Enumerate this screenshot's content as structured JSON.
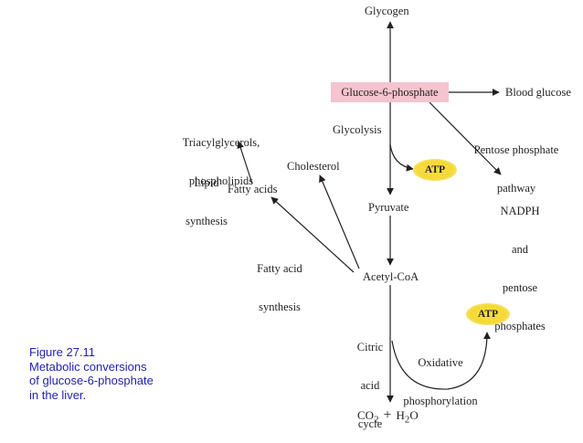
{
  "nodes": {
    "glycogen": "Glycogen",
    "glucose6p": "Glucose-6-phosphate",
    "blood_glucose": "Blood glucose",
    "glycolysis": "Glycolysis",
    "pentose_pathway": [
      "Pentose phosphate",
      "pathway"
    ],
    "nadph": [
      "NADPH",
      "and",
      "pentose",
      "phosphates"
    ],
    "atp_glycolysis": "ATP",
    "pyruvate": "Pyruvate",
    "triacylglycerols": [
      "Triacylglycerols,",
      "phospholipids"
    ],
    "lipid_synthesis": [
      "Lipid",
      "synthesis"
    ],
    "cholesterol": "Cholesterol",
    "fatty_acids": "Fatty acids",
    "fatty_acid_synthesis": [
      "Fatty acid",
      "synthesis"
    ],
    "acetyl_coa": "Acetyl-CoA",
    "citric_acid_cycle": [
      "Citric",
      "acid",
      "cycle"
    ],
    "oxidative_phosphorylation": [
      "Oxidative",
      "phosphorylation"
    ],
    "atp_oxphos": "ATP",
    "co2": "CO",
    "co2_sub": "2",
    "plus": "+",
    "h2o_h": "H",
    "h2o_sub": "2",
    "h2o_o": "O"
  },
  "caption": [
    "Figure 27.11",
    "Metabolic conversions",
    "of glucose-6-phosphate",
    "in the liver."
  ],
  "colors": {
    "highlight": "#f4c4cf",
    "atp": "#f5d832",
    "caption": "#1f1fb0",
    "arrow": "#231f20"
  }
}
